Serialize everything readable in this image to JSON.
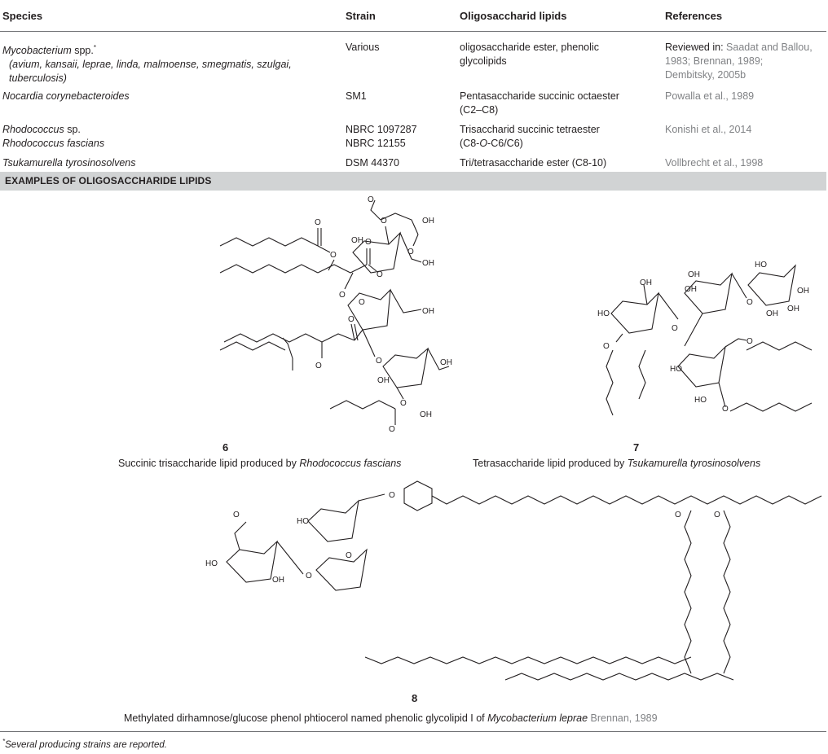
{
  "table": {
    "headers": [
      "Species",
      "Strain",
      "Oligosaccharid lipids",
      "References"
    ],
    "rows": [
      {
        "species": "Mycobacterium",
        "species_suffix": " spp.",
        "species_mark": "*",
        "species_sub": "(avium, kansaii, leprae, linda, malmoense, smegmatis, szulgai,",
        "species_sub2": "tuberculosis)",
        "strain": "Various",
        "lipid": "oligosaccharide ester, phenolic",
        "lipid2": "glycolipids",
        "ref_prefix": "Reviewed in: ",
        "ref1": "Saadat and Ballou,",
        "ref2": "1983; Brennan, 1989;",
        "ref3": "Dembitsky, 2005b"
      },
      {
        "species": "Nocardia corynebacteroides",
        "strain": "SM1",
        "lipid": "Pentasaccharide succinic octaester",
        "lipid2": "(C2–C8)",
        "ref1": "Powalla et al., 1989"
      },
      {
        "species": "Rhodococcus",
        "species_suffix": " sp.",
        "species2": "Rhodococcus fascians",
        "strain": "NBRC 1097287",
        "strain2": "NBRC 12155",
        "lipid": "Trisaccharid succinic tetraester",
        "lipid2_a": "(C8-",
        "lipid2_b": "O",
        "lipid2_c": "-C6/C6)",
        "ref1": "Konishi et al., 2014"
      },
      {
        "species": "Tsukamurella tyrosinosolvens",
        "strain": "DSM 44370",
        "lipid": "Tri/tetrasaccharide ester (C8-10)",
        "ref1": "Vollbrecht et al., 1998"
      }
    ]
  },
  "section_title": "EXAMPLES OF OLIGOSACCHARIDE LIPIDS",
  "compounds": [
    {
      "number": "6",
      "caption_a": "Succinic trisaccharide lipid produced by ",
      "caption_b": "Rhodococcus fascians"
    },
    {
      "number": "7",
      "caption_a": "Tetrasaccharide lipid produced by ",
      "caption_b": "Tsukamurella tyrosinosolvens"
    },
    {
      "number": "8",
      "caption_a": "Methylated dirhamnose/glucose phenol phtiocerol named phenolic glycolipid I of ",
      "caption_b": "Mycobacterium leprae",
      "caption_ref": " Brennan, 1989"
    }
  ],
  "atom_labels": {
    "o": "O",
    "oh": "OH",
    "ho": "HO"
  },
  "footnote_mark": "*",
  "footnote": "Several producing strains are reported."
}
